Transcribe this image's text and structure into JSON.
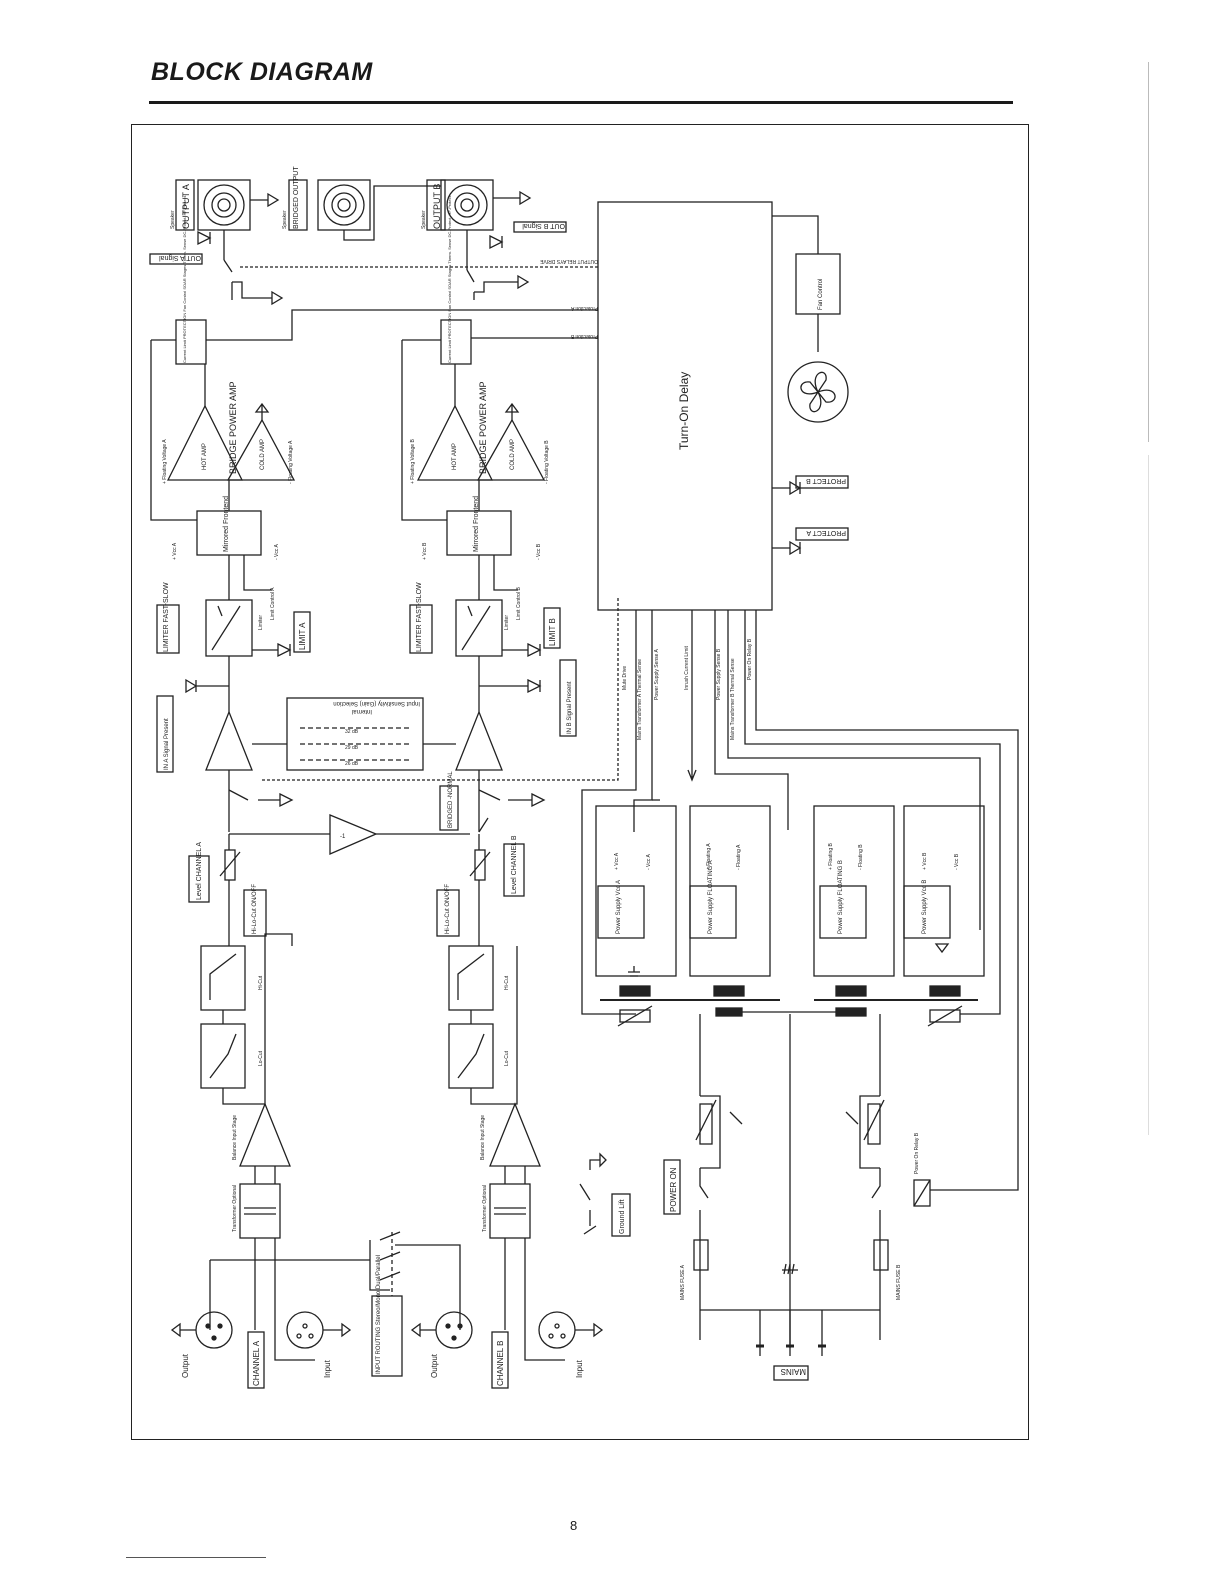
{
  "page": {
    "title": "BLOCK DIAGRAM",
    "page_number": "8"
  },
  "labels": {
    "output_a": "OUTPUT A",
    "bridged_output": "BRIDGED OUTPUT",
    "output_b": "OUTPUT B",
    "speaker": "Speaker",
    "out_a_signal": "OUT A Signal",
    "out_b_signal": "OUT B Signal",
    "output_relays_drive": "OUTPUT RELAYS DRIVE",
    "protection_a": "Protection A",
    "protection_b": "Protection B",
    "fan_control": "Fan Control",
    "turn_on_delay": "Turn-On Delay",
    "protect_a": "PROTECT A",
    "protect_b": "PROTECT B",
    "prot_box_a": "Current Limit PROTECTION Fan Control SOAR Stages Therm. Sense DC-Protect. HF-Protect.",
    "bridge_power_amp": "BRIDGE POWER AMP",
    "hot_amp": "HOT AMP",
    "cold_amp": "COLD AMP",
    "floating_voltage_plus_a": "+ Floating Voltage A",
    "floating_voltage_minus_a": "- Floating Voltage A",
    "floating_voltage_plus_b": "+ Floating Voltage B",
    "floating_voltage_minus_b": "- Floating Voltage B",
    "mirrored_frontend": "Mirrored Frontend",
    "vcc_plus_a": "+ Vcc A",
    "vcc_minus_a": "- Vcc A",
    "vcc_plus_b": "+ Vcc B",
    "vcc_minus_b": "- Vcc B",
    "limit_control_a": "Limit Control A",
    "limit_control_b": "Limit Control B",
    "limiter": "Limiter",
    "limiter_fast_slow": "LIMITER FAST-SLOW",
    "limit_a": "LIMIT A",
    "limit_b": "LIMIT B",
    "in_a_signal_present": "IN A Signal Present",
    "in_b_signal_present": "IN B Signal Present",
    "input_sensitivity": "Input Sensitivity (Gain) Selection",
    "internal": "Internal",
    "gain_1": "32 dB",
    "gain_2": "29 dB",
    "gain_3": "26 dB",
    "bridged_normal": "BRIDGED -NORMAL",
    "level_channel_a": "Level CHANNEL A",
    "level_channel_b": "Level CHANNEL B",
    "hi_lo_cut_a": "Hi-Lo-Cut ON/OFF",
    "hi_lo_cut_b": "Hi-Lo-Cut ON/OFF",
    "hi_cut": "Hi-Cut",
    "lo_cut": "Lo-Cut",
    "balance_input_stage": "Balance Input Stage",
    "transformer_optional": "Transformer Optional",
    "output": "Output",
    "input": "Input",
    "channel_a": "CHANNEL A",
    "channel_b": "CHANNEL B",
    "input_routing": "INPUT ROUTING Stereo/Mono Dual/Parallel",
    "ground_lift": "Ground Lift",
    "power_on": "POWER ON",
    "mains_fuse_a": "MAINS FUSE A",
    "mains_fuse_b": "MAINS FUSE B",
    "mains": "MAINS",
    "power_on_relay_b": "Power On Relay B",
    "ps_vcc_a": "Power Supply Vcc A",
    "ps_floating_a": "Power Supply FLOATING A",
    "ps_floating_b": "Power Supply FLOATING B",
    "ps_vcc_b": "Power Supply Vcc B",
    "sig_mute_drive": "Mute Drive",
    "sig_mains_transformer_a": "Mains Transformer A Thermal Sense",
    "sig_power_supply_sense_a": "Power Supply Sense A",
    "sig_inrush_current_limit": "Inrush Current Limit",
    "sig_power_supply_sense_b": "Power Supply Sense B",
    "sig_mains_transformer_b": "Mains Transformer B Thermal Sense",
    "sig_power_on_relay_b": "Power On Relay B",
    "plus_vcc_a": "+ Vcc A",
    "minus_vcc_a": "- Vcc A",
    "plus_floating_a": "+ Floating A",
    "minus_floating_a": "- Floating A",
    "plus_floating_b": "+ Floating B",
    "minus_floating_b": "- Floating B",
    "plus_vcc_b": "+ Vcc B",
    "minus_vcc_b": "- Vcc B"
  }
}
